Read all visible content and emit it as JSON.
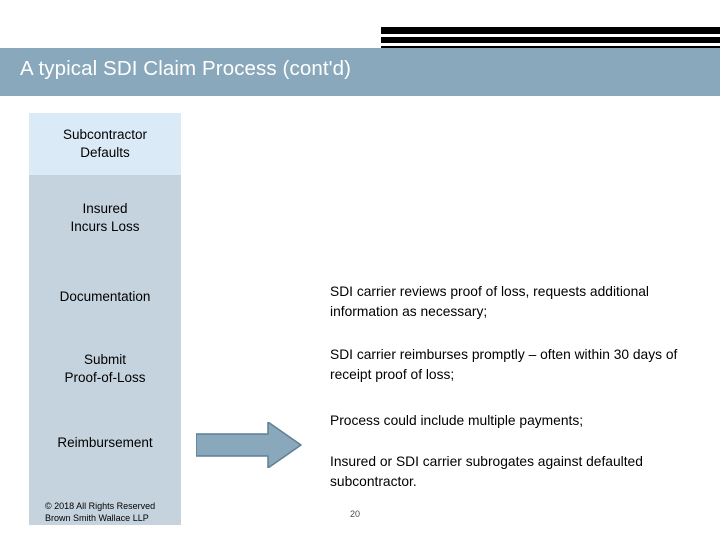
{
  "slide": {
    "title": "A typical SDI Claim Process (cont'd)",
    "page_number": "20",
    "copyright_line1": "© 2018 All Rights Reserved",
    "copyright_line2": "Brown Smith Wallace LLP",
    "colors": {
      "header_band": "#89a8bc",
      "block_highlight": "#dbeaf7",
      "block_default": "#c5d3de",
      "arrow_fill": "#89a8bc",
      "arrow_stroke": "#5f7f96",
      "bars": "#000000"
    },
    "process_steps": [
      {
        "label_line1": "Subcontractor",
        "label_line2": "Defaults"
      },
      {
        "label_line1": "Insured",
        "label_line2": "Incurs Loss"
      },
      {
        "label_line1": "Documentation",
        "label_line2": ""
      },
      {
        "label_line1": "Submit",
        "label_line2": "Proof-of-Loss"
      },
      {
        "label_line1": "Reimbursement",
        "label_line2": ""
      }
    ],
    "notes": [
      "SDI carrier reviews proof of loss, requests additional information as necessary;",
      "SDI carrier reimburses promptly – often within 30 days of receipt proof of loss;",
      "Process could include multiple payments;",
      "Insured or SDI carrier subrogates against defaulted subcontractor."
    ],
    "icons": {
      "arrow": "right-arrow-icon"
    }
  }
}
